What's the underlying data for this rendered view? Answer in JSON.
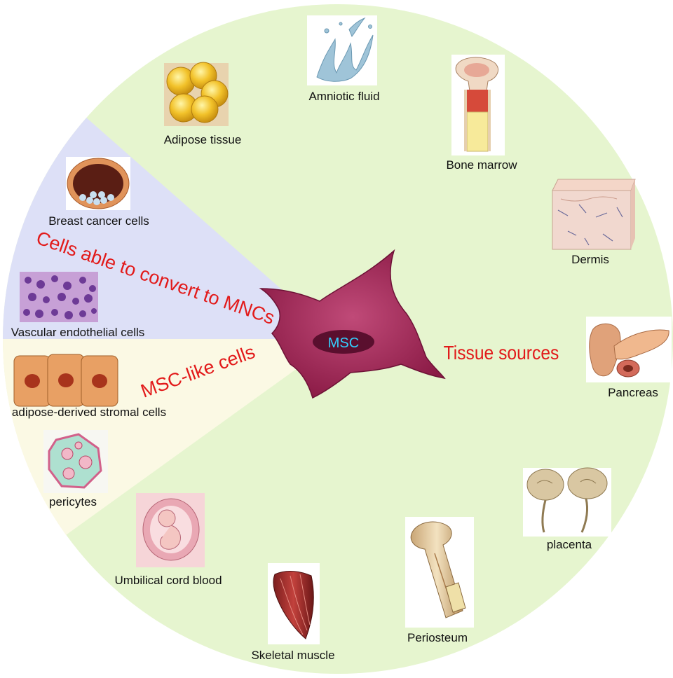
{
  "center": {
    "label": "MSC"
  },
  "groups": {
    "tissue": {
      "title": "Tissue sources",
      "color": "#e6f5cf"
    },
    "convert": {
      "title": "Cells able to convert to MNCs",
      "color": "#dde0f7"
    },
    "msc_like": {
      "title": "MSC-like cells",
      "color": "#fbf9e4"
    }
  },
  "items": {
    "amniotic_fluid": "Amniotic fluid",
    "adipose_tissue": "Adipose tissue",
    "bone_marrow": "Bone marrow",
    "dermis": "Dermis",
    "pancreas": "Pancreas",
    "placenta": "placenta",
    "periosteum": "Periosteum",
    "skeletal_muscle": "Skeletal muscle",
    "umbilical_cord_blood": "Umbilical cord blood",
    "breast_cancer_cells": "Breast cancer cells",
    "vascular_endothelial_cells": "Vascular endothelial cells",
    "adipose_derived_stromal_cells": "adipose-derived stromal cells",
    "pericytes": "pericytes"
  },
  "icons": [
    "water-splash-icon",
    "adipocytes-icon",
    "bone-marrow-icon",
    "skin-layer-icon",
    "pancreas-icon",
    "placenta-icon",
    "bone-icon",
    "muscle-icon",
    "fetus-icon",
    "breast-cell-icon",
    "cell-tissue-icon",
    "stromal-cells-icon",
    "pericyte-icon",
    "msc-cell-icon"
  ],
  "colors": {
    "accent": "#e21a1a",
    "msc_body": "#9b2050",
    "msc_label": "#33d0ff"
  }
}
